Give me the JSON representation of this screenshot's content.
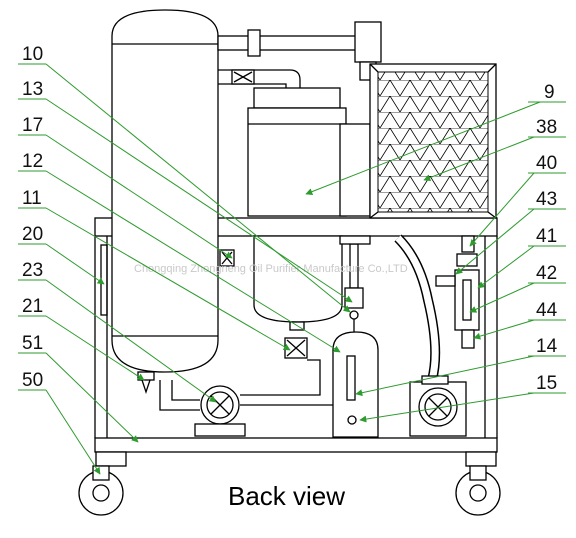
{
  "caption": "Back view",
  "watermark": "Chongqing Zhongneng Oil Purifier Manufacture Co.,LTD",
  "colors": {
    "line": "#000000",
    "leader": "#2e9b2e",
    "watermark": "#c9c9c9"
  },
  "labels": [
    "10",
    "13",
    "17",
    "12",
    "11",
    "20",
    "23",
    "21",
    "51",
    "50",
    "9",
    "38",
    "40",
    "43",
    "41",
    "42",
    "44",
    "14",
    "15"
  ]
}
